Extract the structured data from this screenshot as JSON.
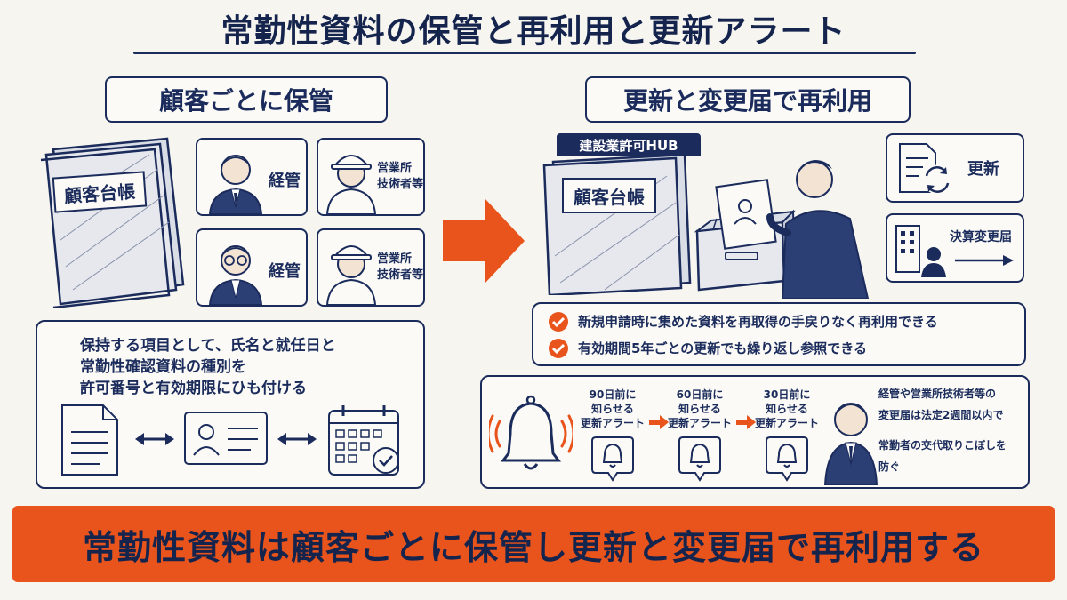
{
  "title": "常勤性資料の保管と再利用と更新アラート",
  "left": {
    "section_label": "顧客ごとに保管",
    "ledger_label": "顧客台帳",
    "cards": [
      "経管",
      "営業所技術者等",
      "経管",
      "営業所技術者等"
    ],
    "card_lines": {
      "c2": [
        "営業所",
        "技術者等"
      ],
      "c4": [
        "営業所",
        "技術者等"
      ]
    },
    "info_lines": [
      "保持する項目として、氏名と就任日と",
      "常勤性確認資料の種別を",
      "許可番号と有効期限にひも付ける"
    ]
  },
  "right": {
    "section_label": "更新と変更届で再利用",
    "hub_tag": "建設業許可HUB",
    "ledger_label": "顧客台帳",
    "renew_label": "更新",
    "settle_label": "決算変更届",
    "checks": [
      "新規申請時に集めた資料を再取得の手戻りなく再利用できる",
      "有効期間5年ごとの更新でも繰り返し参照できる"
    ],
    "alerts": [
      [
        "90日前に",
        "知らせる",
        "更新アラート"
      ],
      [
        "60日前に",
        "知らせる",
        "更新アラート"
      ],
      [
        "30日前に",
        "知らせる",
        "更新アラート"
      ]
    ],
    "note_lines": [
      "経管や営業所技術者等の",
      "変更届は法定2週間以内で",
      "常勤者の交代取りこぼしを",
      "防ぐ"
    ]
  },
  "colors": {
    "navy": "#1b2c5c",
    "orange": "#e8541b",
    "bg": "#f6f5f0"
  },
  "banner": "常勤性資料は顧客ごとに保管し更新と変更届で再利用する"
}
